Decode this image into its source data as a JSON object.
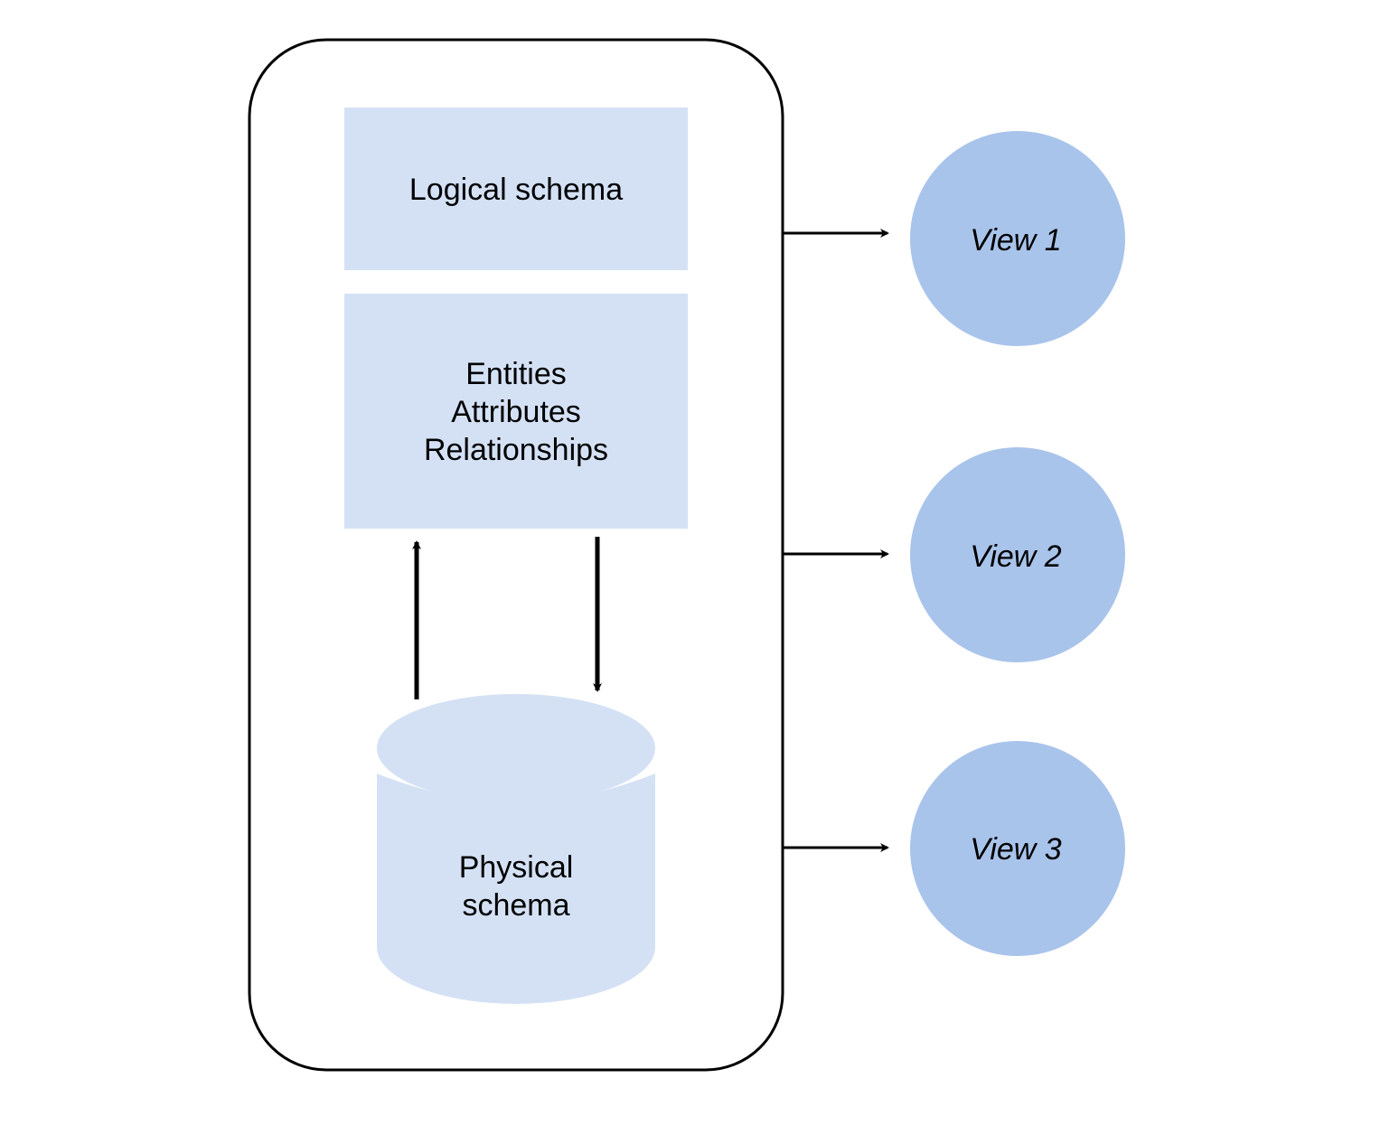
{
  "colors": {
    "box_fill": "#d4e1f5",
    "circle_fill": "#a9c4eb",
    "stroke": "#000000",
    "background": "#ffffff"
  },
  "logical_schema": {
    "label": "Logical schema"
  },
  "entity_box": {
    "lines": [
      "Entities",
      "Attributes",
      "Relationships"
    ]
  },
  "physical_schema": {
    "lines": [
      "Physical",
      "schema"
    ],
    "shape": "cylinder"
  },
  "views": [
    {
      "label": "View 1"
    },
    {
      "label": "View 2"
    },
    {
      "label": "View 3"
    }
  ]
}
